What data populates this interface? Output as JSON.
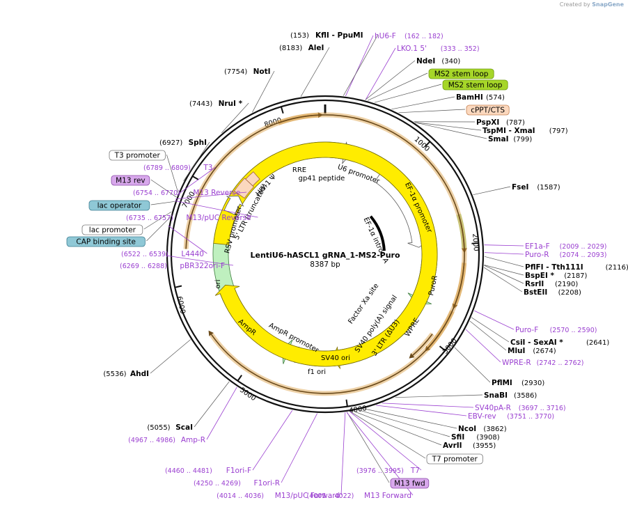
{
  "credit": {
    "prefix": "Created by",
    "brand": "SnapGene"
  },
  "plasmid": {
    "name": "LentiU6-hASCL1 gRNA_1-MS2-Puro",
    "size": "8387 bp"
  },
  "ticks": [
    "1000",
    "2000",
    "3000",
    "4000",
    "5000",
    "6000",
    "7000",
    "8000"
  ],
  "top_right": [
    {
      "id": "hu6f",
      "kind": "primer",
      "name": "hU6-F",
      "pos": "(162 .. 182)"
    },
    {
      "id": "lko",
      "kind": "primer",
      "name": "LKO.1 5'",
      "pos": "(333 .. 352)"
    },
    {
      "id": "ndei",
      "kind": "enzyme",
      "name": "NdeI",
      "pos": "(340)"
    },
    {
      "id": "ms2a",
      "kind": "boxed",
      "name": "MS2 stem loop",
      "bg": "#a6d628",
      "border": "#6e9a10"
    },
    {
      "id": "ms2b",
      "kind": "boxed",
      "name": "MS2 stem loop",
      "bg": "#a6d628",
      "border": "#6e9a10"
    },
    {
      "id": "bamhi",
      "kind": "enzyme",
      "name": "BamHI",
      "pos": "(574)"
    },
    {
      "id": "cppt",
      "kind": "boxed",
      "name": "cPPT/CTS",
      "bg": "#fbd8be",
      "border": "#c58050"
    },
    {
      "id": "pspxi",
      "kind": "enzyme",
      "name": "PspXI",
      "pos": "(787)"
    },
    {
      "id": "tspmi",
      "kind": "enzyme",
      "name": "TspMI  - XmaI",
      "pos": "(797)"
    },
    {
      "id": "smai",
      "kind": "enzyme",
      "name": "SmaI",
      "pos": "(799)"
    }
  ],
  "right": [
    {
      "id": "fsei",
      "kind": "enzyme",
      "name": "FseI",
      "pos": "(1587)"
    },
    {
      "id": "ef1af",
      "kind": "primer",
      "name": "EF1a-F",
      "pos": "(2009 .. 2029)"
    },
    {
      "id": "puror",
      "kind": "primer",
      "name": "Puro-R",
      "pos": "(2074 .. 2093)"
    },
    {
      "id": "pflfi",
      "kind": "enzyme",
      "name": "PflFI  - Tth111I",
      "pos": "(2116)"
    },
    {
      "id": "bspei",
      "kind": "enzyme",
      "name": "BspEI *",
      "pos": "(2187)"
    },
    {
      "id": "rsrii",
      "kind": "enzyme",
      "name": "RsrII",
      "pos": "(2190)"
    },
    {
      "id": "bsteii",
      "kind": "enzyme",
      "name": "BstEII",
      "pos": "(2208)"
    },
    {
      "id": "purof",
      "kind": "primer",
      "name": "Puro-F",
      "pos": "(2570 .. 2590)"
    },
    {
      "id": "csii",
      "kind": "enzyme",
      "name": "CsiI  - SexAI *",
      "pos": "(2641)"
    },
    {
      "id": "mlui",
      "kind": "enzyme",
      "name": "MluI",
      "pos": "(2674)"
    },
    {
      "id": "wprer",
      "kind": "primer",
      "name": "WPRE-R",
      "pos": "(2742 .. 2762)"
    },
    {
      "id": "pflmi",
      "kind": "enzyme",
      "name": "PflMI",
      "pos": "(2930)"
    },
    {
      "id": "snabi",
      "kind": "enzyme",
      "name": "SnaBI",
      "pos": "(3586)"
    },
    {
      "id": "sv40par",
      "kind": "primer",
      "name": "SV40pA-R",
      "pos": "(3697 .. 3716)"
    },
    {
      "id": "ebvrev",
      "kind": "primer",
      "name": "EBV-rev",
      "pos": "(3751 .. 3770)"
    },
    {
      "id": "ncoi",
      "kind": "enzyme",
      "name": "NcoI",
      "pos": "(3862)"
    },
    {
      "id": "sfii",
      "kind": "enzyme",
      "name": "SfiI",
      "pos": "(3908)"
    },
    {
      "id": "avrii",
      "kind": "enzyme",
      "name": "AvrII",
      "pos": "(3955)"
    }
  ],
  "bottom": [
    {
      "id": "t7prom",
      "kind": "boxed",
      "name": "T7 promoter",
      "bg": "#ffffff",
      "border": "#777777"
    },
    {
      "id": "t7",
      "kind": "primer",
      "name": "T7",
      "pos": "(3976 .. 3995)"
    },
    {
      "id": "m13fwd",
      "kind": "boxed",
      "name": "M13 fwd",
      "bg": "#d8a8ec",
      "border": "#8a4aa8"
    },
    {
      "id": "m13fw2",
      "kind": "primer",
      "name": "M13 Forward",
      "pos": "(4005 .. 4022)"
    },
    {
      "id": "m13puc",
      "kind": "primer",
      "name": "M13/pUC Forward",
      "pos": "(4014 .. 4036)"
    },
    {
      "id": "f1orir",
      "kind": "primer",
      "name": "F1ori-R",
      "pos": "(4250 .. 4269)"
    },
    {
      "id": "f1orif",
      "kind": "primer",
      "name": "F1ori-F",
      "pos": "(4460 .. 4481)"
    },
    {
      "id": "ampr",
      "kind": "primer",
      "name": "Amp-R",
      "pos": "(4967 .. 4986)"
    },
    {
      "id": "scai",
      "kind": "enzyme",
      "name": "ScaI",
      "pos": "(5055)"
    },
    {
      "id": "ahdi",
      "kind": "enzyme",
      "name": "AhdI",
      "pos": "(5536)"
    }
  ],
  "left": [
    {
      "id": "pbr",
      "kind": "primer",
      "name": "pBR322ori-F",
      "pos": "(6269 .. 6288)"
    },
    {
      "id": "l4440",
      "kind": "primer",
      "name": "L4440",
      "pos": "(6522 .. 6539)"
    },
    {
      "id": "cap",
      "kind": "boxed",
      "name": "CAP binding site",
      "bg": "#8fc8d6",
      "border": "#3e7e92"
    },
    {
      "id": "lacprom",
      "kind": "boxed",
      "name": "lac promoter",
      "bg": "#ffffff",
      "border": "#777777"
    },
    {
      "id": "m13pucr",
      "kind": "primer",
      "name": "M13/pUC Reverse",
      "pos": "(6735 .. 6757)"
    },
    {
      "id": "lacop",
      "kind": "boxed",
      "name": "lac operator",
      "bg": "#8fc8d6",
      "border": "#3e7e92"
    },
    {
      "id": "m13rev",
      "kind": "primer",
      "name": "M13 Reverse",
      "pos": "(6754 .. 6770)"
    },
    {
      "id": "m13revbox",
      "kind": "boxed",
      "name": "M13 rev",
      "bg": "#d8a8ec",
      "border": "#8a4aa8"
    },
    {
      "id": "t3",
      "kind": "primer",
      "name": "T3",
      "pos": "(6789 .. 6809)"
    },
    {
      "id": "t3prom",
      "kind": "boxed",
      "name": "T3 promoter",
      "bg": "#ffffff",
      "border": "#777777"
    },
    {
      "id": "sphi",
      "kind": "enzyme",
      "name": "SphI",
      "pos": "(6927)"
    },
    {
      "id": "nrui",
      "kind": "enzyme",
      "name": "NruI *",
      "pos": "(7443)"
    },
    {
      "id": "noti",
      "kind": "enzyme",
      "name": "NotI",
      "pos": "(7754)"
    },
    {
      "id": "alei",
      "kind": "enzyme",
      "name": "AleI",
      "pos": "(8183)"
    },
    {
      "id": "kfli",
      "kind": "enzyme",
      "name": "KflI  - PpuMI",
      "pos": "(153)"
    }
  ],
  "features": {
    "u6": "U6 promoter",
    "ef1a_prom": "EF-1α promoter",
    "ef1a_intron": "EF-1α intron A",
    "puror": "PuroR",
    "wpre": "WPRE",
    "ltr3": "3' LTR (ΔU3)",
    "sv40pa": "SV40 poly(A) signal",
    "factorxa": "Factor Xa site",
    "sv40ori": "SV40 ori",
    "f1ori": "f1 ori",
    "amprprom": "AmpR promoter",
    "ampr": "AmpR",
    "ori": "ori",
    "rsv": "RSV promoter",
    "ltr5": "5' LTR (truncated)",
    "hiv": "HIV-1 Ψ",
    "rre": "RRE",
    "gp41": "gp41 peptide"
  },
  "colors": {
    "primer": "#9a3fd0",
    "orf_orange": "#d89a3c",
    "green_orf": "#6fc43a",
    "puror": "#bff0bf",
    "yellow": "#ffec00",
    "ltr": "#fbd8be"
  }
}
